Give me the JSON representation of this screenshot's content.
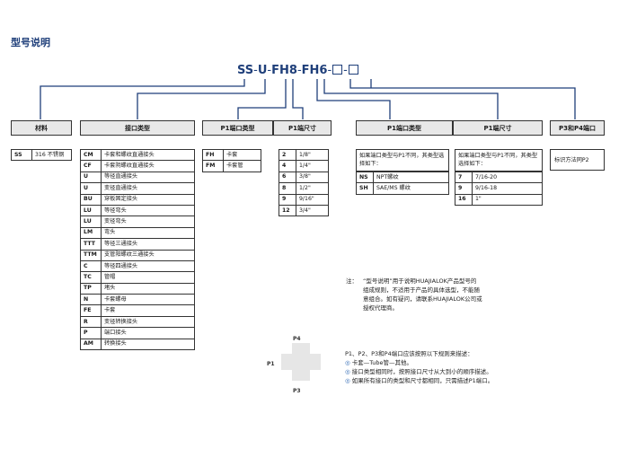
{
  "title": "型号说明",
  "code": {
    "ss": "SS",
    "u": "U",
    "fh8": "FH8",
    "fh6": "FH6",
    "dash": "-"
  },
  "headers": {
    "material": "材料",
    "interface": "接口类型",
    "p1_type": "P1端口类型",
    "p1_size": "P1端尺寸",
    "pn_type": "P1端口类型",
    "pn_size": "P1端尺寸",
    "p3p4": "P3和P4端口"
  },
  "material": [
    {
      "code": "SS",
      "desc": "316 不锈钢"
    }
  ],
  "interface_types": [
    {
      "code": "CM",
      "desc": "卡套和螺纹直通接头"
    },
    {
      "code": "CF",
      "desc": "卡套阴螺纹直通接头"
    },
    {
      "code": "U",
      "desc": "等径直通接头"
    },
    {
      "code": "U",
      "desc": "变径直通接头"
    },
    {
      "code": "BU",
      "desc": "穿板固定接头"
    },
    {
      "code": "LU",
      "desc": "等径弯头"
    },
    {
      "code": "LU",
      "desc": "变径弯头"
    },
    {
      "code": "LM",
      "desc": "弯头"
    },
    {
      "code": "TTT",
      "desc": "等径三通接头"
    },
    {
      "code": "TTM",
      "desc": "支管阳螺纹三通接头"
    },
    {
      "code": "C",
      "desc": "等径四通接头"
    },
    {
      "code": "TC",
      "desc": "管帽"
    },
    {
      "code": "TP",
      "desc": "堵头"
    },
    {
      "code": "N",
      "desc": "卡套螺母"
    },
    {
      "code": "FE",
      "desc": "卡套"
    },
    {
      "code": "R",
      "desc": "变径转换接头"
    },
    {
      "code": "P",
      "desc": "端口接头"
    },
    {
      "code": "AM",
      "desc": "转换接头"
    }
  ],
  "p1_types": [
    {
      "code": "FH",
      "desc": "卡套"
    },
    {
      "code": "FM",
      "desc": "卡套管"
    }
  ],
  "p1_sizes": [
    {
      "code": "2",
      "desc": "1/8\""
    },
    {
      "code": "4",
      "desc": "1/4\""
    },
    {
      "code": "6",
      "desc": "3/8\""
    },
    {
      "code": "8",
      "desc": "1/2\""
    },
    {
      "code": "9",
      "desc": "9/16\""
    },
    {
      "code": "12",
      "desc": "3/4\""
    }
  ],
  "pn_type_note": "如果端口类型与P1不同，其类型选择如下：",
  "pn_types": [
    {
      "code": "NS",
      "desc": "NPT螺纹"
    },
    {
      "code": "SH",
      "desc": "SAE/MS 螺纹"
    }
  ],
  "pn_size_note": "如果端口类型与P1不同，其类型选择如下：",
  "pn_sizes": [
    {
      "code": "7",
      "desc": "7/16-20"
    },
    {
      "code": "9",
      "desc": "9/16-18"
    },
    {
      "code": "16",
      "desc": "1\""
    }
  ],
  "p3p4_note": "标识方法同P2",
  "note": {
    "prefix": "注：",
    "lines": [
      "“型号说明”用于说明HUAJIALOK产品型号的",
      "组成规则，不适用于产品的具体选型，不能随",
      "意组合。如有疑问，请联系HUAJIALOK公司或",
      "授权代理商。"
    ]
  },
  "ports": {
    "p1": "P1",
    "p3": "P3",
    "p4": "P4"
  },
  "rules": {
    "intro": "P1、P2、P3和P4端口应该按照以下规则来描述：",
    "items": [
      "卡套—Tube管—其他。",
      "接口类型相同时，按照接口尺寸从大到小的顺序描述。",
      "如果所有接口的类型和尺寸都相同，只需描述P1端口。"
    ]
  },
  "colors": {
    "title": "#1f3f7a",
    "bullet": "#2b66b3",
    "header_bg": "#e8e8e8"
  }
}
